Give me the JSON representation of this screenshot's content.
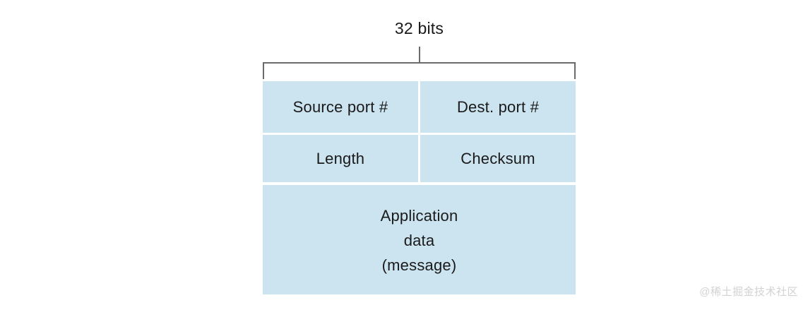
{
  "diagram": {
    "title": "32 bits",
    "width_label": "32 bits",
    "bracket_color": "#6a6a6a",
    "field_fill_color": "#cce4f0",
    "text_color": "#1a1a1a",
    "background_color": "#ffffff",
    "header_fields": [
      {
        "label": "Source port #"
      },
      {
        "label": "Dest. port #"
      },
      {
        "label": "Length"
      },
      {
        "label": "Checksum"
      }
    ],
    "payload": {
      "lines": [
        "Application",
        "data",
        "(message)"
      ],
      "line1": "Application",
      "line2": "data",
      "line3": "(message)"
    }
  },
  "watermark": {
    "text": "@稀土掘金技术社区",
    "color": "#d2d2d2"
  }
}
